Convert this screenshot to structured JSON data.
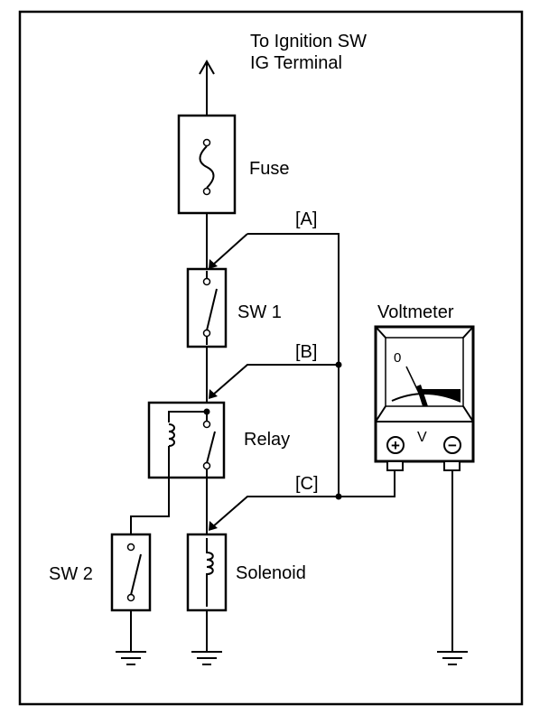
{
  "ignition_label": {
    "line1": "To Ignition SW",
    "line2": "IG Terminal"
  },
  "components": {
    "fuse": "Fuse",
    "sw1": "SW 1",
    "relay": "Relay",
    "sw2": "SW 2",
    "solenoid": "Solenoid",
    "voltmeter": "Voltmeter"
  },
  "test_points": {
    "a": "[A]",
    "b": "[B]",
    "c": "[C]"
  },
  "meter": {
    "zero_mark": "0",
    "unit": "V",
    "positive_terminal": "+",
    "negative_terminal": "−"
  }
}
